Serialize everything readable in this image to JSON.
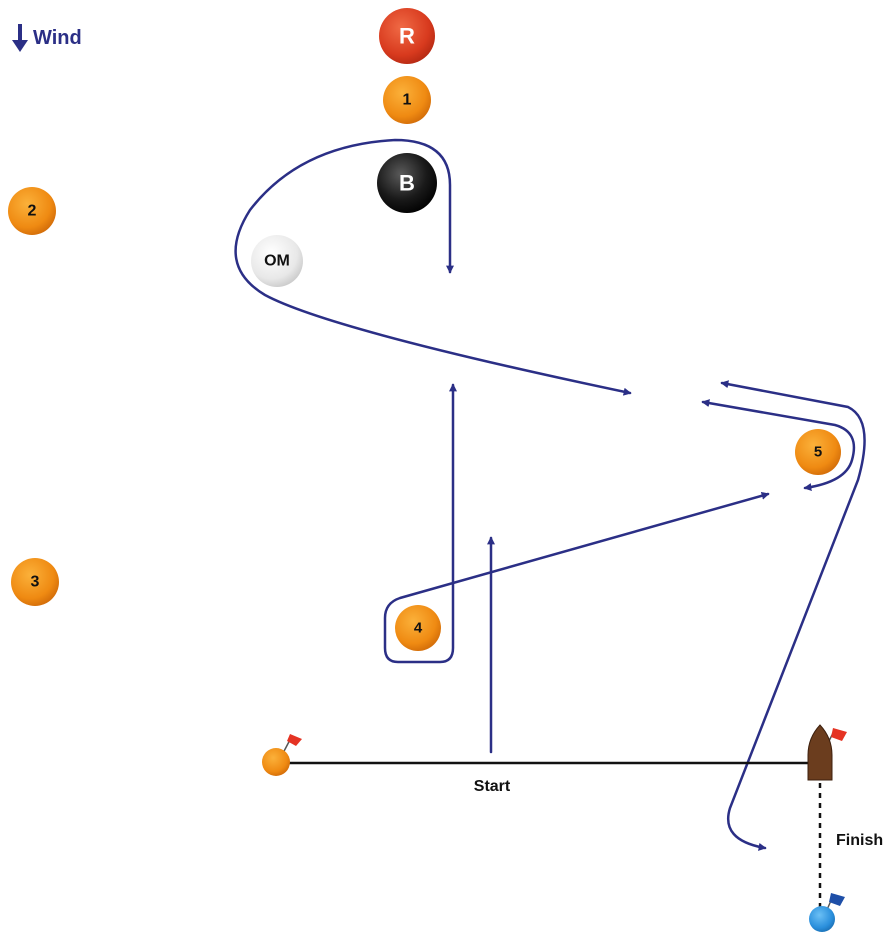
{
  "wind": {
    "label": "Wind",
    "icon": "arrow-down-icon",
    "color": "#2b2f86"
  },
  "marks": {
    "R": {
      "label": "R",
      "color": "#d83a1e"
    },
    "1": {
      "label": "1",
      "color": "#ef8a12"
    },
    "2": {
      "label": "2",
      "color": "#ef8a12"
    },
    "3": {
      "label": "3",
      "color": "#ef8a12"
    },
    "4": {
      "label": "4",
      "color": "#ef8a12"
    },
    "5": {
      "label": "5",
      "color": "#ef8a12"
    },
    "B": {
      "label": "B",
      "color": "#1a1a1a"
    },
    "OM": {
      "label": "OM",
      "color": "#e8e8e8"
    }
  },
  "start_line": {
    "label": "Start",
    "pin_mark_color": "#ef8a12",
    "committee_boat_color": "#6b3d1e",
    "flag_color": "#e53323"
  },
  "finish_line": {
    "label": "Finish",
    "pin_mark_color": "#2a8fdc",
    "flag_color": "#1e4fa8"
  },
  "course_color": "#2b2f86"
}
